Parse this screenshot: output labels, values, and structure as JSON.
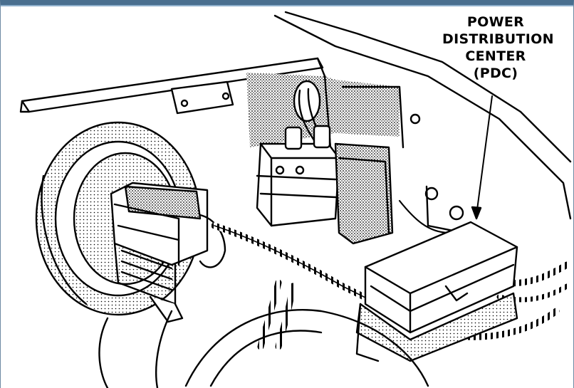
{
  "diagram": {
    "label_lines": [
      "POWER",
      "DISTRIBUTION",
      "CENTER",
      "(PDC)"
    ]
  },
  "colors": {
    "frame": "#4a6f8f",
    "ink": "#000000"
  }
}
